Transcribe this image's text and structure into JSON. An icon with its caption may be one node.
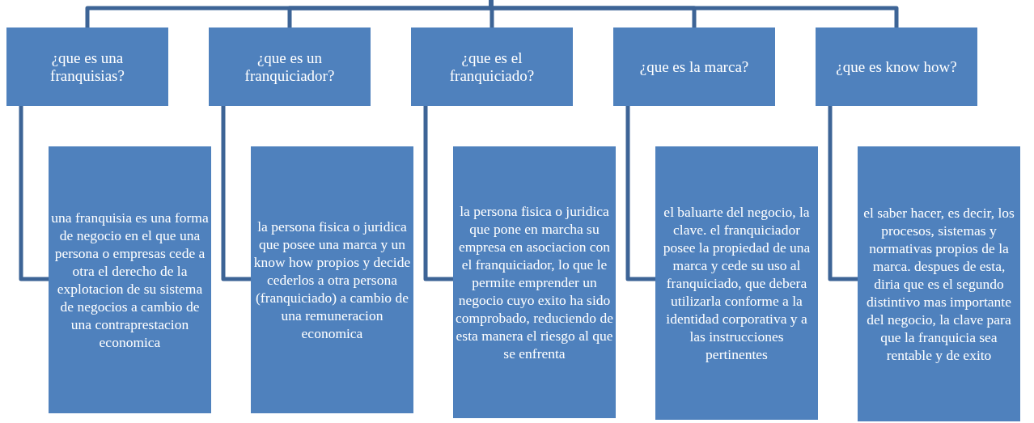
{
  "diagram": {
    "nodes": [
      {
        "text": [
          "¿que es una franquisias?"
        ]
      },
      {
        "text": [
          "¿que es un franquiciador?"
        ]
      },
      {
        "text": [
          "¿que es el franquiciado?"
        ]
      },
      {
        "text": [
          "¿que es la marca?"
        ]
      },
      {
        "text": [
          "¿que es know how?"
        ]
      },
      {
        "text": [
          "una franquisia es una forma de negocio en el que una persona o empresas cede a otra el derecho de la explotacion de su sistema de negocios a cambio de una contraprestacion economica"
        ]
      },
      {
        "text": [
          "la persona fisica o juridica que posee una marca y un know how propios y decide cederlos a otra persona (franquiciado) a cambio de una remuneracion economica"
        ]
      },
      {
        "text": [
          "la persona fisica o juridica que pone en marcha su empresa en asociacion con el franquiciador, lo que le permite emprender un negocio cuyo exito ha sido comprobado, reduciendo de esta manera el riesgo al que se enfrenta"
        ]
      },
      {
        "text": [
          "el baluarte del negocio, la clave. el franquiciador posee la propiedad de una marca y cede su uso al franquiciado, que debera utilizarla conforme a la identidad corporativa y a las instrucciones pertinentes"
        ]
      },
      {
        "text": [
          "el saber hacer, es decir, los procesos, sistemas y normativas propios de la marca. despues de esta, diria que es el segundo distintivo mas importante del negocio, la clave para que la franquicia sea rentable y de exito"
        ]
      }
    ],
    "edges": [
      {
        "from": null,
        "to": 0,
        "arrow": "none"
      },
      {
        "from": null,
        "to": 1,
        "arrow": "none"
      },
      {
        "from": null,
        "to": 2,
        "arrow": "none"
      },
      {
        "from": null,
        "to": 3,
        "arrow": "none"
      },
      {
        "from": null,
        "to": 4,
        "arrow": "none"
      },
      {
        "from": 0,
        "to": 5,
        "arrow": "none"
      },
      {
        "from": 1,
        "to": 6,
        "arrow": "none"
      },
      {
        "from": 2,
        "to": 7,
        "arrow": "none"
      },
      {
        "from": 3,
        "to": 8,
        "arrow": "none"
      },
      {
        "from": 4,
        "to": 9,
        "arrow": "none"
      }
    ]
  }
}
